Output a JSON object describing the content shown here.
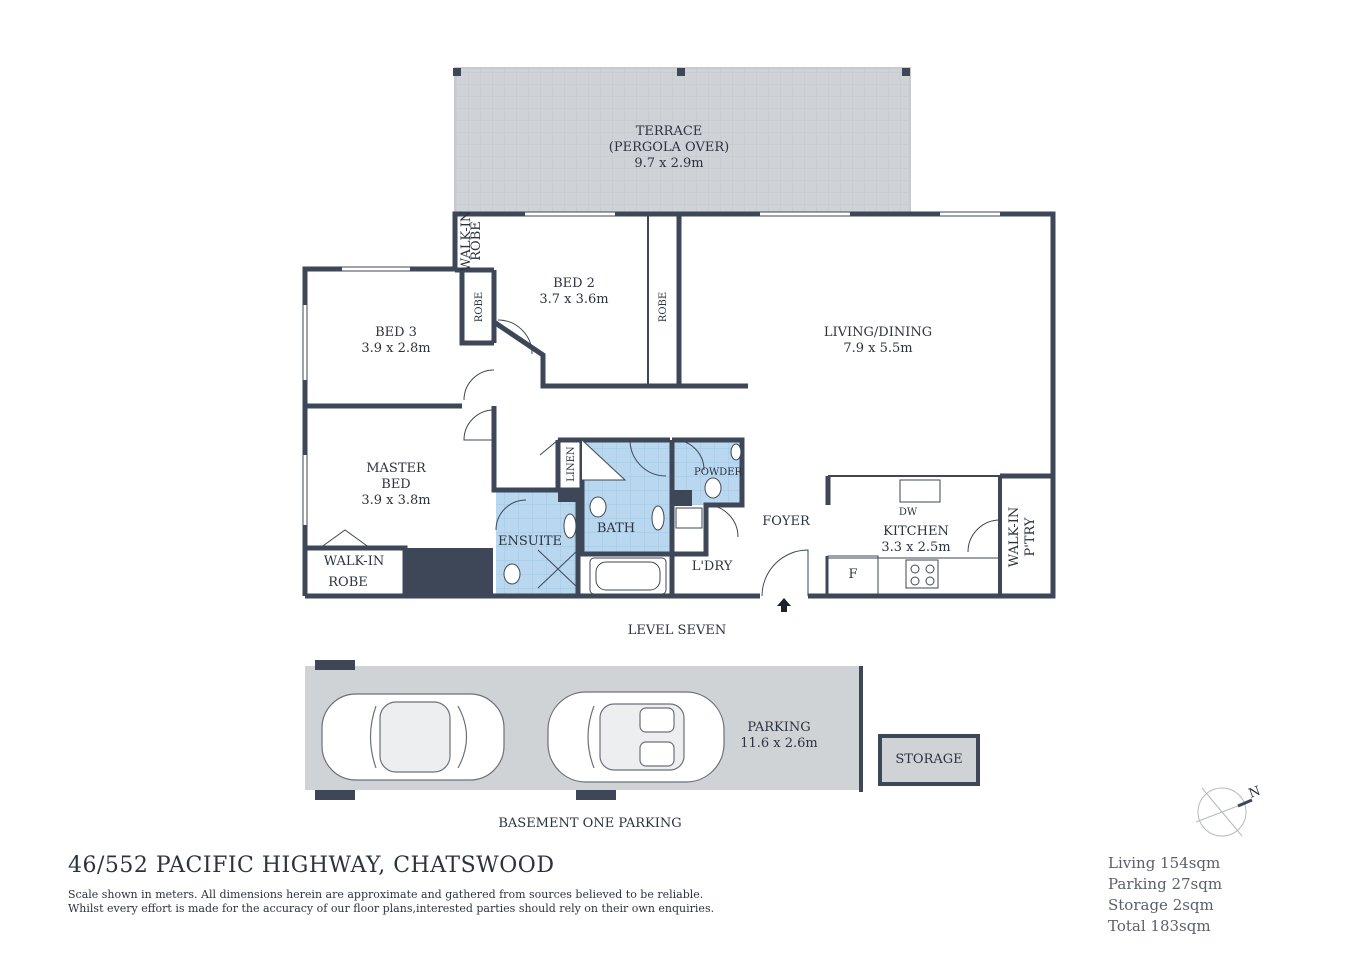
{
  "address": "46/552 PACIFIC HIGHWAY, CHATSWOOD",
  "disclaimer": [
    "Scale shown in meters. All dimensions herein are approximate and gathered from sources believed to be  reliable.",
    "Whilst every effort is made for the accuracy of our floor plans,interested parties should rely on their own enquiries."
  ],
  "areas": [
    {
      "label": "Living 154sqm"
    },
    {
      "label": "Parking 27sqm"
    },
    {
      "label": "Storage 2sqm"
    },
    {
      "label": "Total 183sqm"
    }
  ],
  "levels": {
    "level_seven": "LEVEL SEVEN",
    "basement": "BASEMENT ONE PARKING"
  },
  "rooms": {
    "terrace": [
      "TERRACE",
      "(PERGOLA OVER)",
      "9.7 x 2.9m"
    ],
    "bed2": [
      "BED 2",
      "3.7 x 3.6m"
    ],
    "bed3": [
      "BED 3",
      "3.9 x 2.8m"
    ],
    "living": [
      "LIVING/DINING",
      "7.9 x 5.5m"
    ],
    "master": [
      "MASTER",
      "BED",
      "3.9 x 3.8m"
    ],
    "walkin_robe": [
      "WALK-IN",
      "ROBE"
    ],
    "ensuite": "ENSUITE",
    "bath": "BATH",
    "linen": "LINEN",
    "powder": "POWDER",
    "laundry": "L'DRY",
    "foyer": "FOYER",
    "kitchen": [
      "KITCHEN",
      "3.3 x 2.5m"
    ],
    "dw": "DW",
    "fridge": "F",
    "walkin_pantry": [
      "WALK-IN",
      "P'TRY"
    ],
    "robe_bed3": "ROBE",
    "robe_bed2": "ROBE",
    "walkin_robe_bed2": [
      "WALK-IN",
      "ROBE"
    ],
    "parking": [
      "PARKING",
      "11.6 x 2.6m"
    ],
    "storage": "STORAGE"
  },
  "compass": {
    "letter": "N"
  },
  "colors": {
    "wall": "#3d4757",
    "terrace": "#cfd2d6",
    "parking": "#d0d3d6",
    "wet": "#b9d7ee"
  }
}
